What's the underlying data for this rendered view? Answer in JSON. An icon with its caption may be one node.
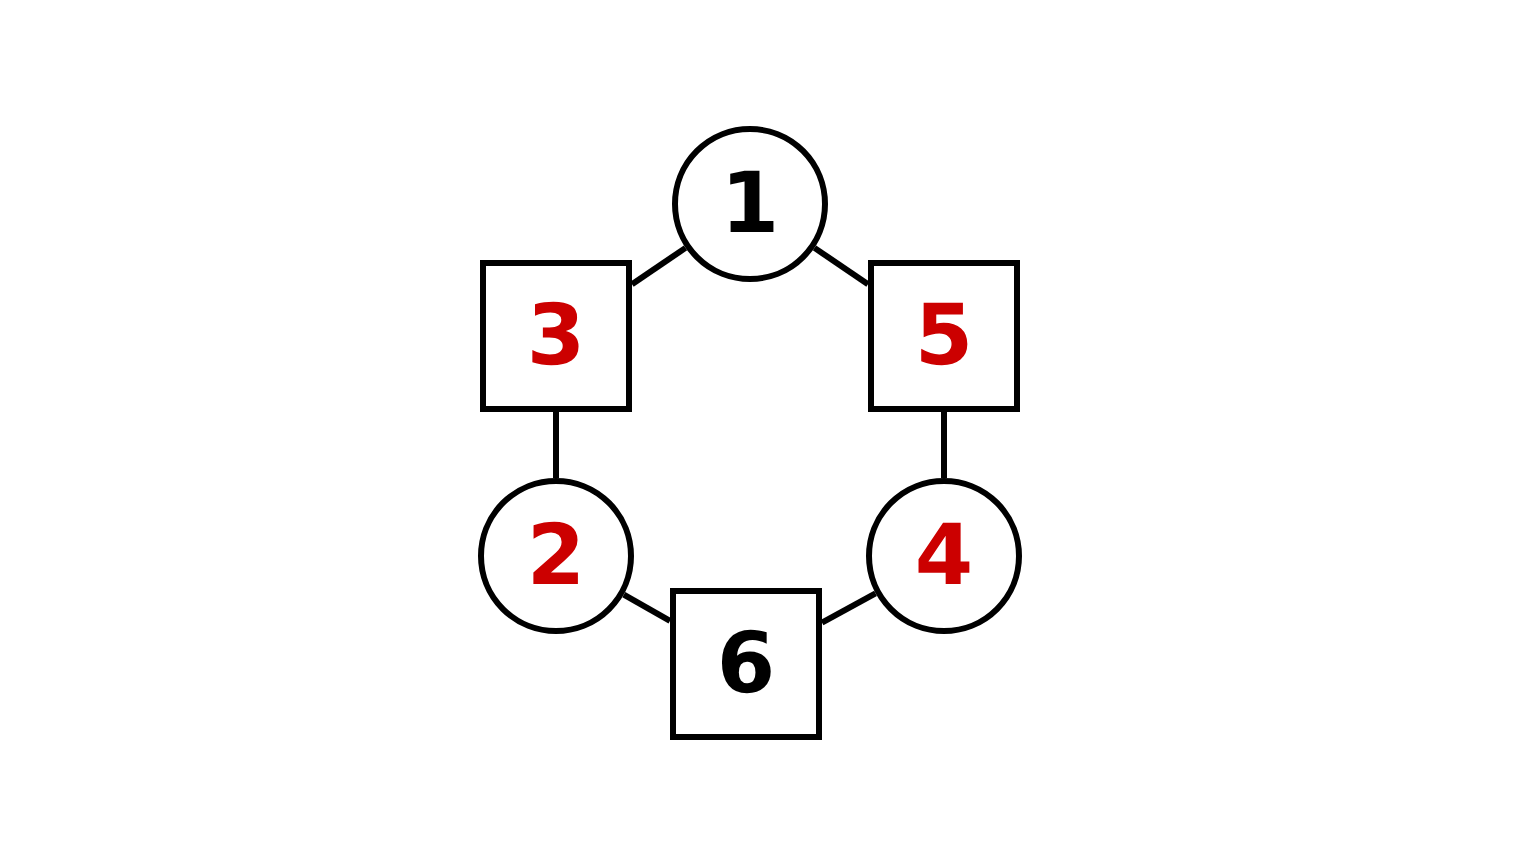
{
  "diagram": {
    "nodes": [
      {
        "text": [
          "1"
        ]
      },
      {
        "text": [
          "3"
        ]
      },
      {
        "text": [
          "5"
        ]
      },
      {
        "text": [
          "2"
        ]
      },
      {
        "text": [
          "4"
        ]
      },
      {
        "text": [
          "6"
        ]
      }
    ],
    "edges": [
      {
        "from": 0,
        "to": 1,
        "arrow": "none"
      },
      {
        "from": 0,
        "to": 2,
        "arrow": "none"
      },
      {
        "from": 1,
        "to": 3,
        "arrow": "none"
      },
      {
        "from": 2,
        "to": 4,
        "arrow": "none"
      },
      {
        "from": 3,
        "to": 5,
        "arrow": "none"
      },
      {
        "from": 4,
        "to": 5,
        "arrow": "none"
      }
    ]
  }
}
